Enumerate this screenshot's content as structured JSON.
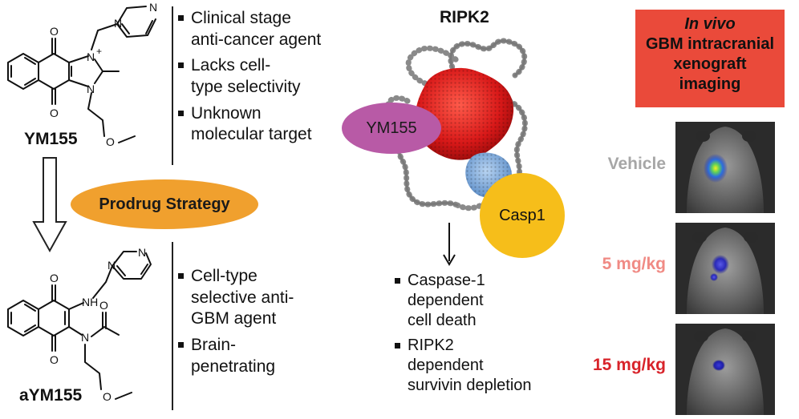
{
  "compounds": {
    "top_name": "YM155",
    "bottom_name": "aYM155",
    "atoms": {
      "o": "O",
      "n": "N",
      "n_plus": "N",
      "plus": "+",
      "nh": "NH"
    }
  },
  "top_bullets": [
    {
      "lines": [
        "Clinical stage",
        "anti-cancer agent"
      ]
    },
    {
      "lines": [
        "Lacks cell-",
        "type selectivity"
      ]
    },
    {
      "lines": [
        "Unknown",
        "molecular target"
      ]
    }
  ],
  "bottom_bullets": [
    {
      "lines": [
        "Cell-type",
        "selective anti-",
        "GBM agent"
      ]
    },
    {
      "lines": [
        "Brain-",
        "penetrating"
      ]
    }
  ],
  "prodrug_label": "Prodrug Strategy",
  "mechanism": {
    "title": "RIPK2",
    "ym155_label": "YM155",
    "casp1_label": "Casp1",
    "outcomes": [
      {
        "lines": [
          "Caspase-1",
          "dependent",
          "cell death"
        ]
      },
      {
        "lines": [
          "RIPK2",
          "dependent",
          "survivin depletion"
        ]
      }
    ]
  },
  "invivo": {
    "title_italic": "In vivo",
    "title_rest": [
      "GBM intracranial",
      "xenograft",
      "imaging"
    ],
    "groups": [
      {
        "label": "Vehicle",
        "color": "#a6a6a6"
      },
      {
        "label": "5 mg/kg",
        "color": "#f08a84"
      },
      {
        "label": "15 mg/kg",
        "color": "#d8232a"
      }
    ]
  },
  "colors": {
    "ym155_ellipse": "#b85aa6",
    "casp1_circle": "#f6be1a",
    "prodrug_pill": "#f0a02e",
    "invivo_box": "#ea4a3a",
    "protein_red": "#e02020",
    "protein_blue": "#7aa8dd"
  }
}
